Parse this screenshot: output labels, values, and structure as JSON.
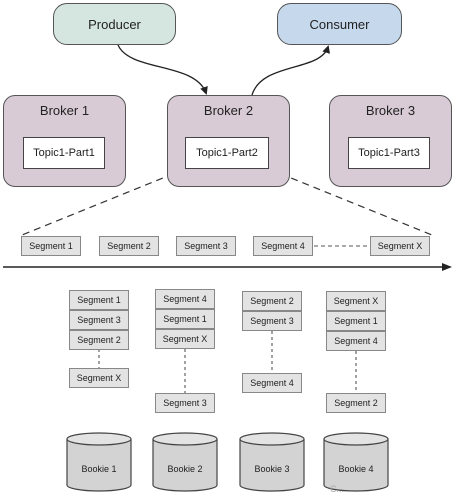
{
  "clients": {
    "producer": "Producer",
    "consumer": "Consumer"
  },
  "brokers": [
    {
      "name": "Broker 1",
      "partition": "Topic1-Part1"
    },
    {
      "name": "Broker 2",
      "partition": "Topic1-Part2"
    },
    {
      "name": "Broker 3",
      "partition": "Topic1-Part3"
    }
  ],
  "timeline_segments": [
    "Segment 1",
    "Segment 2",
    "Segment 3",
    "Segment 4",
    "Segment X"
  ],
  "bookies": [
    {
      "name": "Bookie 1",
      "segments": [
        "Segment 1",
        "Segment 3",
        "Segment 2",
        "Segment X"
      ]
    },
    {
      "name": "Bookie 2",
      "segments": [
        "Segment 4",
        "Segment 1",
        "Segment X",
        "Segment 3"
      ]
    },
    {
      "name": "Bookie 3",
      "segments": [
        "Segment 2",
        "Segment 3",
        "Segment 4"
      ]
    },
    {
      "name": "Bookie 4",
      "segments": [
        "Segment X",
        "Segment 1",
        "Segment 4",
        "Segment 2"
      ]
    }
  ],
  "colors": {
    "producer_fill": "#d4e6df",
    "consumer_fill": "#c6d8ec",
    "broker_fill": "#d8cbd6",
    "segment_fill": "#e3e3e3",
    "bookie_fill": "#d3d3d3"
  },
  "watermark": "C..."
}
